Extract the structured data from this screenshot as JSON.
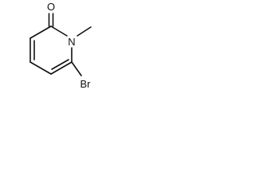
{
  "molecule": {
    "atoms": {
      "oxygen": "O",
      "nitrogen": "N",
      "bromine": "Br"
    },
    "colors": {
      "bond": "#111111",
      "label": "#111111",
      "background": "#ffffff"
    }
  }
}
